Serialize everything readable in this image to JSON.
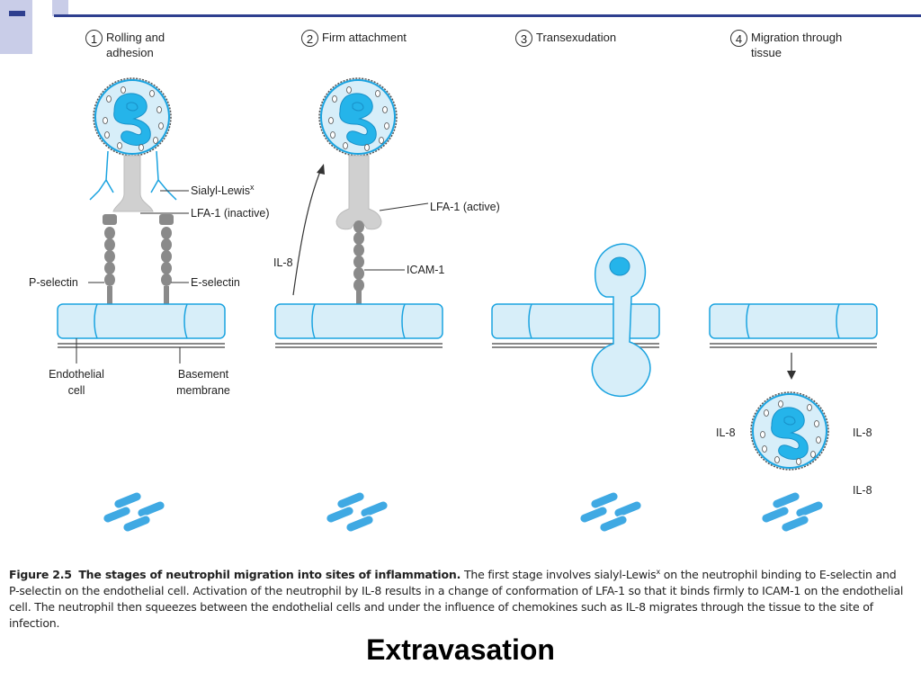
{
  "stages": [
    {
      "num": "1",
      "title": "Rolling and\nadhesion"
    },
    {
      "num": "2",
      "title": "Firm attachment"
    },
    {
      "num": "3",
      "title": "Transexudation"
    },
    {
      "num": "4",
      "title": "Migration through\ntissue"
    }
  ],
  "labels": {
    "sialyl_lewis": "Sialyl-Lewis",
    "sialyl_sup": "x",
    "lfa1_inactive": "LFA-1 (inactive)",
    "lfa1_active": "LFA-1 (active)",
    "il8_arrow": "IL-8",
    "icam1": "ICAM-1",
    "p_selectin": "P-selectin",
    "e_selectin": "E-selectin",
    "endothelial_1": "Endothelial",
    "endothelial_2": "cell",
    "basement_1": "Basement",
    "basement_2": "membrane",
    "il8_left": "IL-8",
    "il8_right": "IL-8",
    "il8_bottom": "IL-8"
  },
  "caption": {
    "figure": "Figure 2.5",
    "heading": "The stages of neutrophil migration into sites of inflammation.",
    "body_part1": "The first stage involves sialyl-Lewis",
    "body_sup": "x",
    "body_part2": " on the neutrophil binding to E-selectin and P-selectin on the endothelial cell. Activation of the neutrophil by IL-8 results in a change of conformation of LFA-1 so that it binds firmly to ICAM-1 on the endothelial cell. The neutrophil then squeezes between the endothelial cells and under the influence of chemokines such as IL-8 migrates through the tissue to the site of infection."
  },
  "slide_title": "Extravasation",
  "colors": {
    "cell_fill": "#d7eef9",
    "cell_stroke": "#1aa3e0",
    "nucleus": "#25b4ea",
    "gray": "#8a8a8a",
    "light_gray": "#d0d0d0",
    "bacteria": "#3fa9e3",
    "accent": "#2e3f8f"
  }
}
